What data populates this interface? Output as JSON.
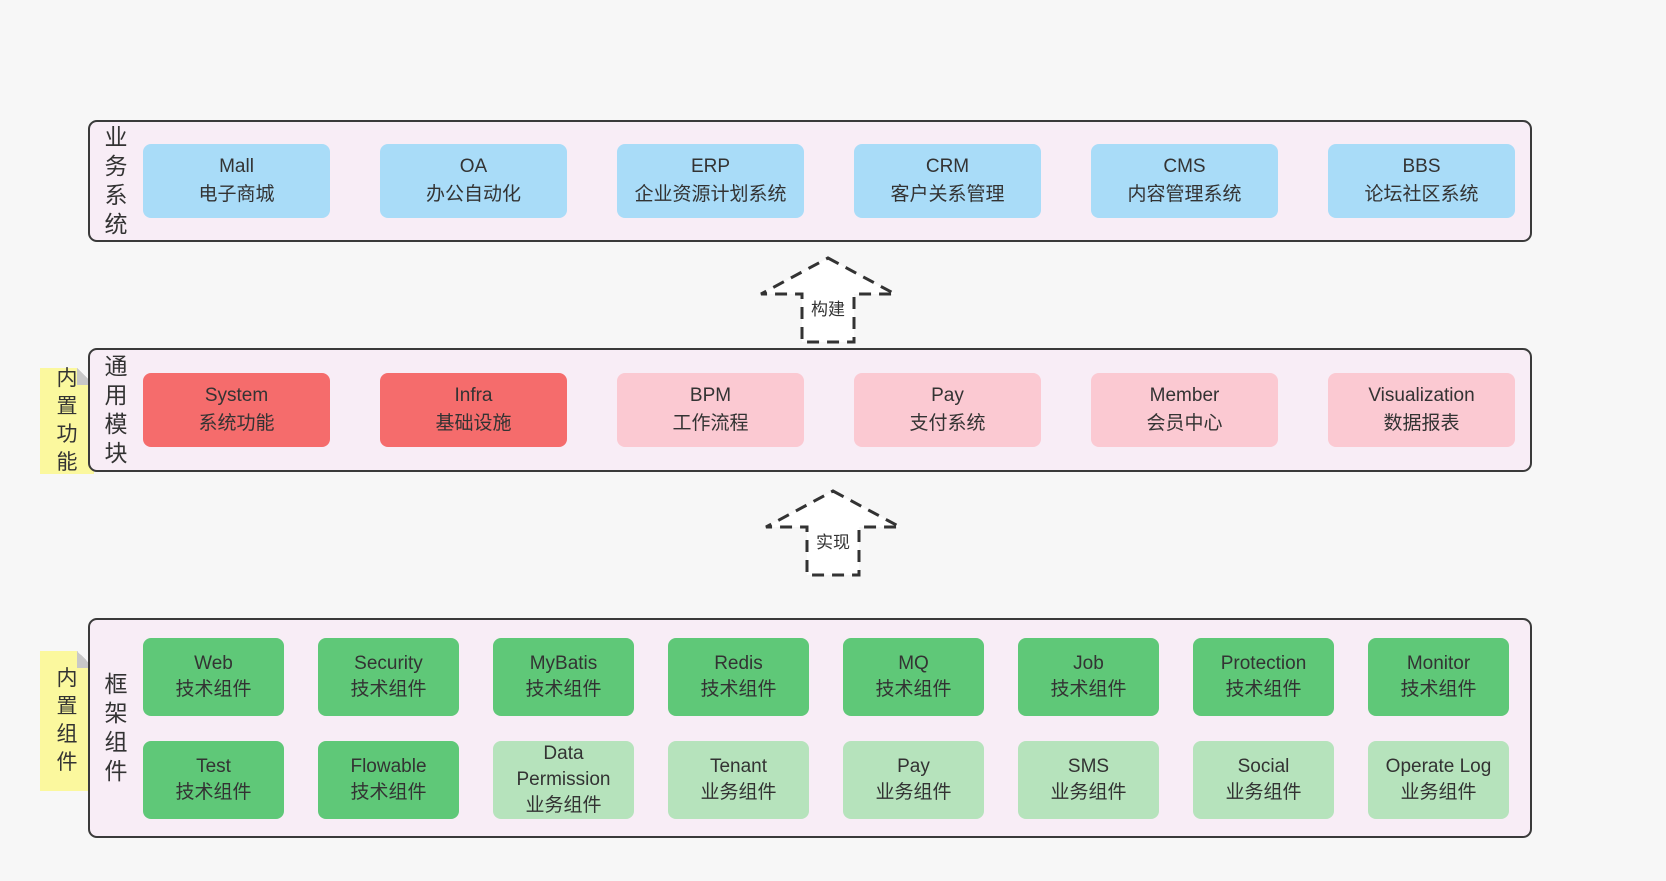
{
  "colors": {
    "page_background": "#f7f7f7",
    "panel_background": "#f8edf6",
    "panel_border": "#3a3a3a",
    "business_box": "#a9dcf8",
    "core_module_box": "#f56c6c",
    "optional_module_box": "#fbc9d2",
    "tech_component_box": "#5fc878",
    "biz_component_box": "#b6e3bc",
    "sticky_note": "#fbf89e",
    "sticky_fold": "#c8c8c8",
    "text": "#333333"
  },
  "sections": [
    {
      "side_label": "业务系统",
      "boxes": [
        {
          "en": "Mall",
          "cn": "电子商城"
        },
        {
          "en": "OA",
          "cn": "办公自动化"
        },
        {
          "en": "ERP",
          "cn": "企业资源计划系统"
        },
        {
          "en": "CRM",
          "cn": "客户关系管理"
        },
        {
          "en": "CMS",
          "cn": "内容管理系统"
        },
        {
          "en": "BBS",
          "cn": "论坛社区系统"
        }
      ]
    },
    {
      "side_label": "通用模块",
      "sticky": "内置功能",
      "boxes": [
        {
          "en": "System",
          "cn": "系统功能"
        },
        {
          "en": "Infra",
          "cn": "基础设施"
        },
        {
          "en": "BPM",
          "cn": "工作流程"
        },
        {
          "en": "Pay",
          "cn": "支付系统"
        },
        {
          "en": "Member",
          "cn": "会员中心"
        },
        {
          "en": "Visualization",
          "cn": "数据报表"
        }
      ]
    },
    {
      "side_label": "框架组件",
      "sticky": "内置组件",
      "rows": [
        [
          {
            "en": "Web",
            "cn": "技术组件"
          },
          {
            "en": "Security",
            "cn": "技术组件"
          },
          {
            "en": "MyBatis",
            "cn": "技术组件"
          },
          {
            "en": "Redis",
            "cn": "技术组件"
          },
          {
            "en": "MQ",
            "cn": "技术组件"
          },
          {
            "en": "Job",
            "cn": "技术组件"
          },
          {
            "en": "Protection",
            "cn": "技术组件"
          },
          {
            "en": "Monitor",
            "cn": "技术组件"
          }
        ],
        [
          {
            "en": "Test",
            "cn": "技术组件"
          },
          {
            "en": "Flowable",
            "cn": "技术组件"
          },
          {
            "en": "Data Permission",
            "cn": "业务组件"
          },
          {
            "en": "Tenant",
            "cn": "业务组件"
          },
          {
            "en": "Pay",
            "cn": "业务组件"
          },
          {
            "en": "SMS",
            "cn": "业务组件"
          },
          {
            "en": "Social",
            "cn": "业务组件"
          },
          {
            "en": "Operate Log",
            "cn": "业务组件"
          }
        ]
      ]
    }
  ],
  "arrows": [
    {
      "label": "构建"
    },
    {
      "label": "实现"
    }
  ]
}
